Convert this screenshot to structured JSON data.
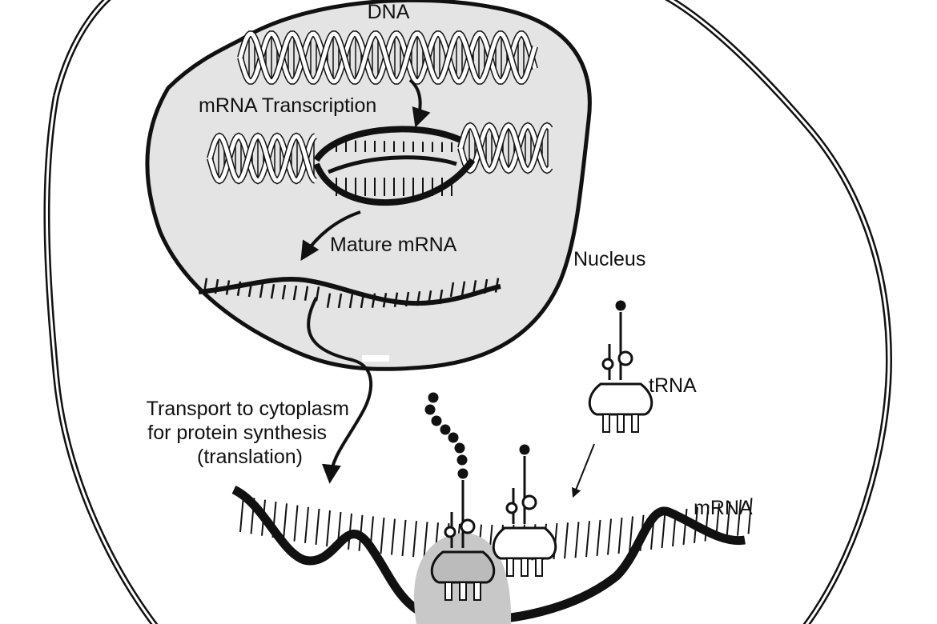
{
  "labels": {
    "dna": "DNA",
    "transcription": "mRNA Transcription",
    "mature_mrna": "Mature mRNA",
    "nucleus": "Nucleus",
    "transport_line1": "Transport to cytoplasm",
    "transport_line2": "for protein synthesis",
    "transport_line3": "(translation)",
    "trna": "tRNA",
    "mrna": "mRNA"
  },
  "colors": {
    "background": "#ffffff",
    "nucleus_fill": "#e4e4e4",
    "ribosome_fill": "#c8c8c8",
    "ink": "#111111"
  }
}
